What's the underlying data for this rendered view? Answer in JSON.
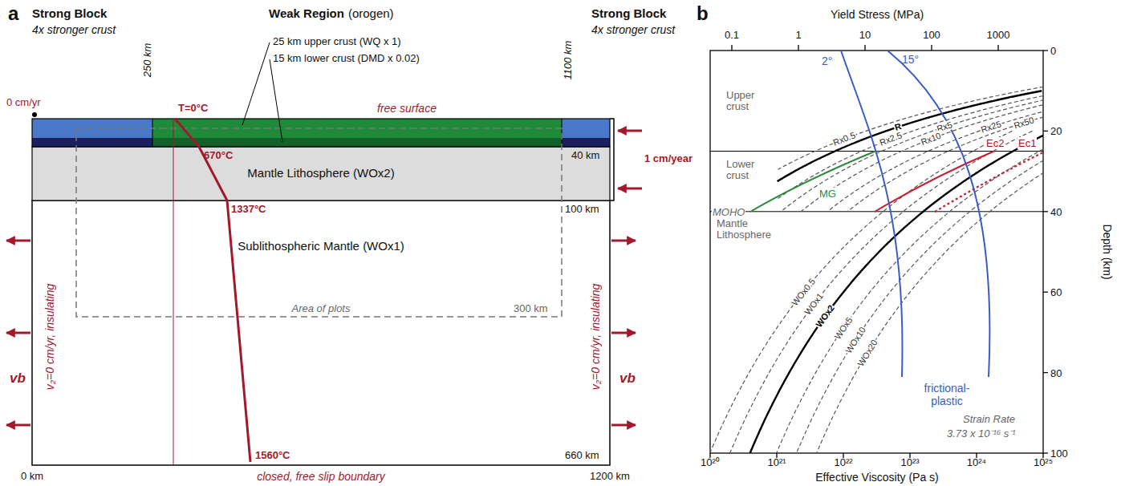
{
  "diagram": {
    "nodes": [
      {
        "text": [
          "Strong Block",
          "4x stronger crust"
        ]
      },
      {
        "text": [
          "Weak Region",
          "(orogen)"
        ]
      },
      {
        "text": [
          "Strong Block",
          "4x stronger crust"
        ]
      },
      {
        "text": [
          "Mantle Lithosphere (WOx2)"
        ]
      },
      {
        "text": [
          "Sublithospheric Mantle (WOx1)"
        ]
      }
    ],
    "labels": [
      "a",
      "250 km",
      "1100 km",
      "0 cm/yr",
      "25 km upper crust (WQ x 1)",
      "15 km lower crust (DMD x 0.02)",
      "T=0°C",
      "free surface",
      "670°C",
      "40 km",
      "1 cm/year",
      "1337°C",
      "100 km",
      "v₂=0 cm/yr, insulating",
      "v₂=0 cm/yr, insulating",
      "vb",
      "vb",
      "Area of plots",
      "300 km",
      "1560°C",
      "660 km",
      "0 km",
      "closed, free slip boundary",
      "1200 km",
      "b",
      "Yield Stress (MPa)",
      "0.1",
      "1",
      "10",
      "100",
      "1000",
      "Upper crust",
      "Lower crust",
      "Mantle Lithosphere",
      "MOHO",
      "2°",
      "15°",
      "Rx0.5",
      "R",
      "Rx2.5",
      "Rx5",
      "Rx10",
      "Rx25",
      "Rx50",
      "Ec2",
      "Ec1",
      "MG",
      "frictional-plastic",
      "WOx0.5",
      "WOx1",
      "WOx2",
      "WOx5",
      "WOx10",
      "WOx20",
      "Strain Rate",
      "3.73 x 10⁻¹⁶ s⁻¹",
      "0",
      "20",
      "40",
      "60",
      "80",
      "100",
      "Depth (km)",
      "10²⁰",
      "10²¹",
      "10²²",
      "10²³",
      "10²⁴",
      "10²⁵",
      "Effective Viscosity (Pa s)"
    ]
  }
}
